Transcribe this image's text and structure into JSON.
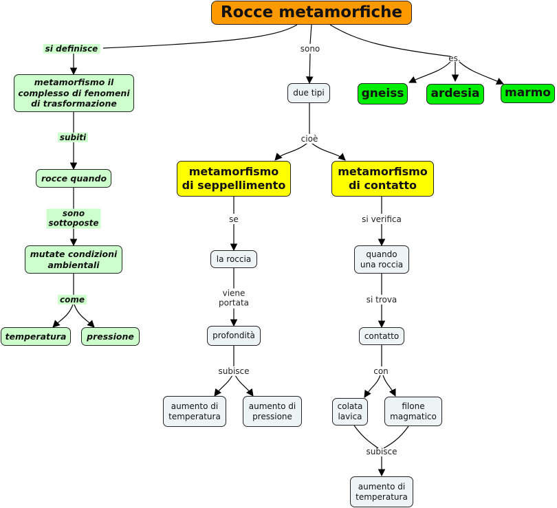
{
  "map": {
    "title": "Rocce metamorfiche",
    "colors": {
      "root": "#ff9900",
      "definition_nodes": "#ccffcc",
      "example_nodes": "#00ee00",
      "type_nodes": "#ffff00",
      "detail_nodes": "#eef3f5"
    },
    "left_branch": {
      "link_si_definisce": "si definisce",
      "definition": "metamorfismo il\ncomplesso di fenomeni\ndi trasformazione",
      "link_subiti": "subiti",
      "rocce_quando": "rocce quando",
      "link_sono_sottoposte": "sono\nsottoposte",
      "mutate_condizioni": "mutate condizioni\nambientali",
      "link_come": "come",
      "temperatura": "temperatura",
      "pressione": "pressione"
    },
    "middle_branch": {
      "link_sono": "sono",
      "due_tipi": "due tipi",
      "link_cioe": "cioè"
    },
    "examples": {
      "link_es": "es.",
      "items": [
        "gneiss",
        "ardesia",
        "marmo"
      ]
    },
    "seppellimento": {
      "title": "metamorfismo\ndi seppellimento",
      "link_se": "se",
      "la_roccia": "la roccia",
      "link_viene_portata": "viene\nportata",
      "profondita": "profondità",
      "link_subisce": "subisce",
      "aumento_temperatura": "aumento di\ntemperatura",
      "aumento_pressione": "aumento di\npressione"
    },
    "contatto": {
      "title": "metamorfismo\ndi contatto",
      "link_si_verifica": "si verifica",
      "quando_una_roccia": "quando\nuna roccia",
      "link_si_trova": "si trova",
      "contatto": "contatto",
      "link_con": "con",
      "colata_lavica": "colata\nlavica",
      "filone_magmatico": "filone\nmagmatico",
      "link_subisce": "subisce",
      "aumento_temperatura": "aumento di\ntemperatura"
    }
  }
}
